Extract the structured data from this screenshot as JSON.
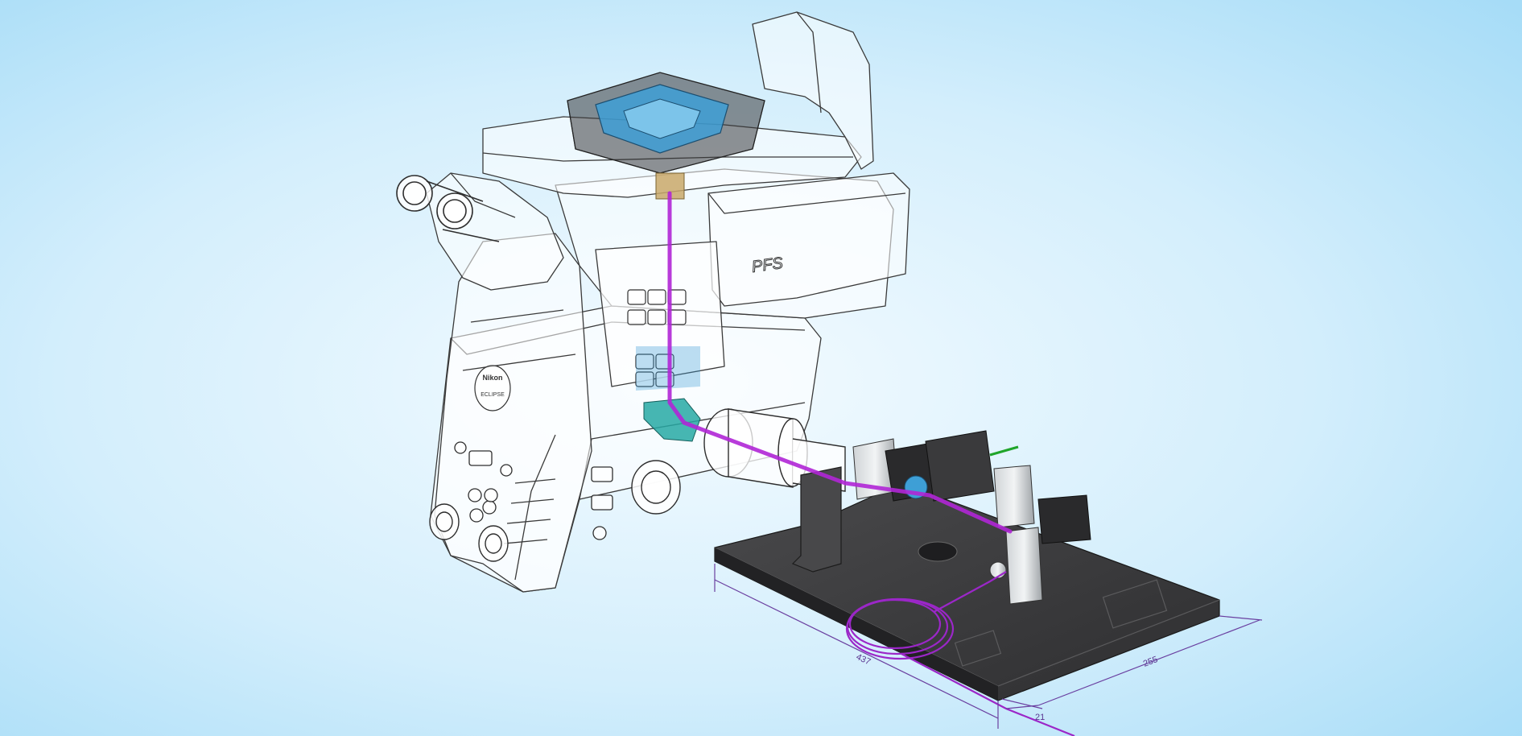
{
  "diagram": {
    "microscope": {
      "brand_logo": "Nikon",
      "model_logo": "ECLIPSE",
      "module_label": "PFS"
    },
    "dimensions": {
      "length": "437",
      "width": "255",
      "height": "21"
    },
    "colors": {
      "background_center": "#f4fbff",
      "background_edge": "#a6dcf7",
      "beam": "#b026d6",
      "stage_insert": "#3e9fd6",
      "dichroic_filter": "#27a9a5",
      "green_probe": "#1fa52a",
      "breadboard": "#3b3b3c",
      "dimension_lines": "#6a3fa0",
      "brass_nosepiece": "#c9a86a"
    },
    "icons": [
      "eyepiece-icon",
      "focus-knob-icon",
      "fiber-coil-icon"
    ]
  }
}
